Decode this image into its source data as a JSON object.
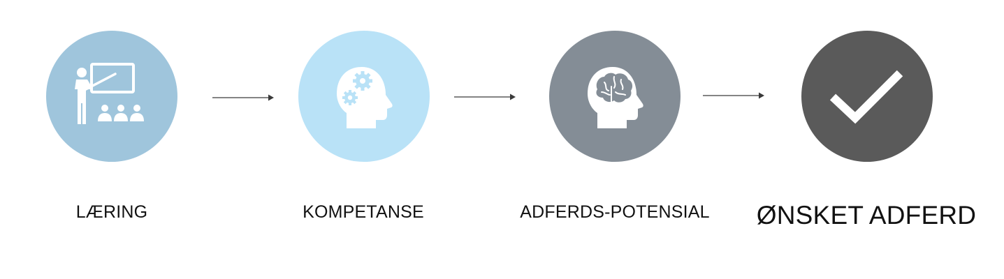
{
  "steps": [
    {
      "label": "LÆRING",
      "color": "#9fc5dc",
      "icon": "teacher-presentation-icon"
    },
    {
      "label": "KOMPETANSE",
      "color": "#b9e2f7",
      "icon": "head-gears-icon"
    },
    {
      "label": "ADFERDS-POTENSIAL",
      "color": "#848d96",
      "icon": "head-brain-icon"
    },
    {
      "label": "ØNSKET ADFERD",
      "color": "#5a5a5a",
      "icon": "checkmark-icon"
    }
  ],
  "arrow_color": "#3a3a3a"
}
